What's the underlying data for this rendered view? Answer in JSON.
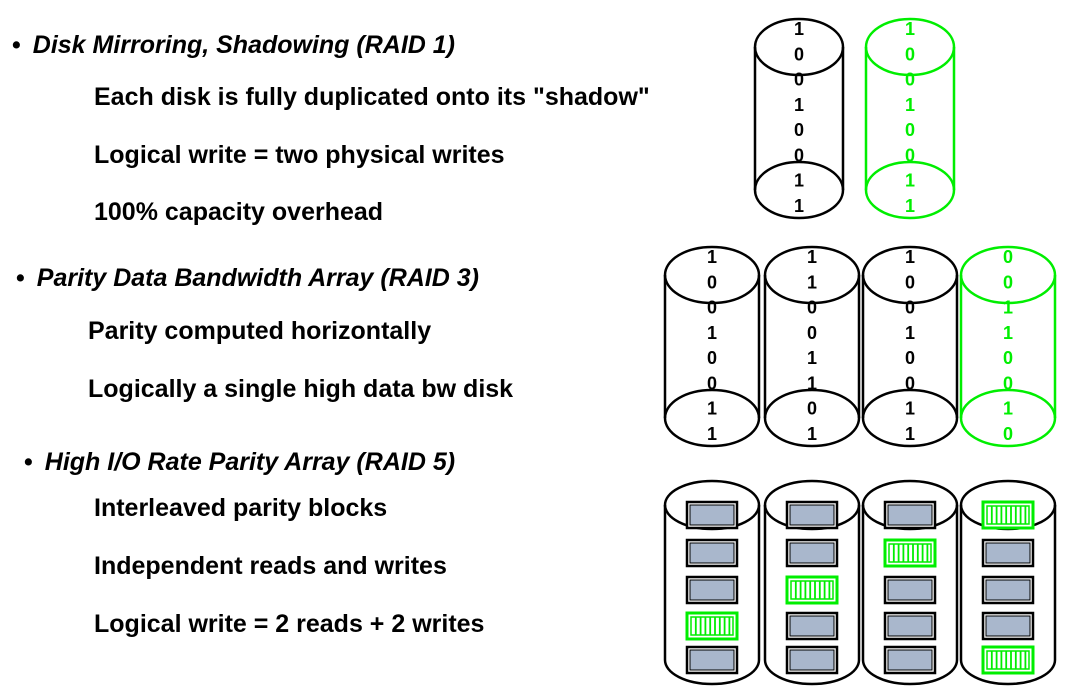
{
  "sections": [
    {
      "heading": "Disk Mirroring, Shadowing (RAID 1)",
      "points": [
        "Each disk is fully duplicated onto its \"shadow\"",
        "Logical write = two physical writes",
        "100% capacity overhead"
      ]
    },
    {
      "heading": "Parity Data Bandwidth Array (RAID 3)",
      "points": [
        "Parity computed horizontally",
        "Logically a single high data bw disk"
      ]
    },
    {
      "heading": "High I/O Rate Parity Array (RAID 5)",
      "points": [
        "Interleaved parity blocks",
        "Independent reads and writes",
        "Logical write = 2 reads + 2 writes"
      ]
    }
  ],
  "bullet_symbol": "•",
  "colors": {
    "data_disk": "#000000",
    "parity_disk": "#00ee00",
    "data_block_fill": "#a9b7cc",
    "parity_block_fill": "#ffffff"
  },
  "raid1": {
    "disks": [
      {
        "role": "data",
        "bits": [
          "1",
          "0",
          "0",
          "1",
          "0",
          "0",
          "1",
          "1"
        ]
      },
      {
        "role": "shadow",
        "bits": [
          "1",
          "0",
          "0",
          "1",
          "0",
          "0",
          "1",
          "1"
        ]
      }
    ]
  },
  "raid3": {
    "disks": [
      {
        "role": "data",
        "bits": [
          "1",
          "0",
          "0",
          "1",
          "0",
          "0",
          "1",
          "1"
        ]
      },
      {
        "role": "data",
        "bits": [
          "1",
          "1",
          "0",
          "0",
          "1",
          "1",
          "0",
          "1"
        ]
      },
      {
        "role": "data",
        "bits": [
          "1",
          "0",
          "0",
          "1",
          "0",
          "0",
          "1",
          "1"
        ]
      },
      {
        "role": "parity",
        "bits": [
          "0",
          "0",
          "1",
          "1",
          "0",
          "0",
          "1",
          "0"
        ]
      }
    ]
  },
  "raid5": {
    "disks": [
      {
        "blocks": [
          "data",
          "data",
          "data",
          "parity",
          "data"
        ]
      },
      {
        "blocks": [
          "data",
          "data",
          "parity",
          "data",
          "data"
        ]
      },
      {
        "blocks": [
          "data",
          "parity",
          "data",
          "data",
          "data"
        ]
      },
      {
        "blocks": [
          "parity",
          "data",
          "data",
          "data",
          "parity"
        ]
      }
    ]
  }
}
